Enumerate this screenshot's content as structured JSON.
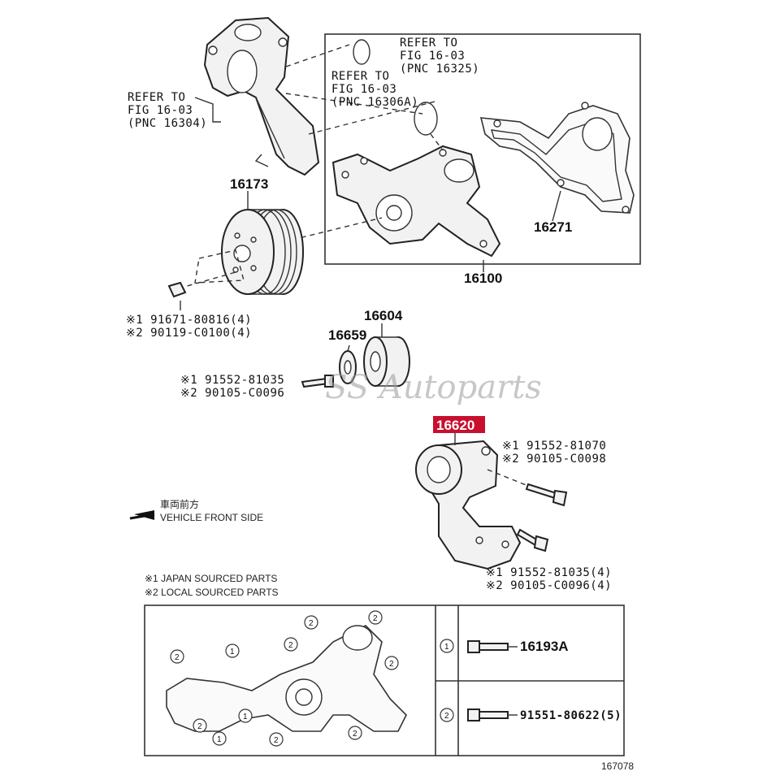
{
  "watermark": "SS Autoparts",
  "references": [
    {
      "line1": "REFER TO",
      "line2": "FIG 16-03",
      "line3": "(PNC 16304)"
    },
    {
      "line1": "REFER TO",
      "line2": "FIG 16-03",
      "line3": "(PNC 16306A)"
    },
    {
      "line1": "REFER TO",
      "line2": "FIG 16-03",
      "line3": "(PNC 16325)"
    }
  ],
  "parts": {
    "p16173": "16173",
    "p16100": "16100",
    "p16271": "16271",
    "p16604": "16604",
    "p16659": "16659",
    "p16620": "16620",
    "p16193A": "16193A",
    "p91551": "91551-80622(5)"
  },
  "bolt_groups": {
    "pulley_bolts": [
      "※1 91671-80816(4)",
      "※2 90119-C0100(4)"
    ],
    "idler_bolts": [
      "※1 91552-81035",
      "※2 90105-C0096"
    ],
    "tensioner_upper": [
      "※1 91552-81070",
      "※2 90105-C0098"
    ],
    "tensioner_lower": [
      "※1 91552-81035(4)",
      "※2 90105-C0096(4)"
    ]
  },
  "direction": {
    "jp": "車両前方",
    "en": "VEHICLE FRONT SIDE"
  },
  "legend": [
    "※1 JAPAN SOURCED PARTS",
    "※2 LOCAL SOURCED PARTS"
  ],
  "detail_markers": [
    "1",
    "2"
  ],
  "figure_number": "167078",
  "colors": {
    "highlight": "#c8102e",
    "line": "#222222",
    "watermark": "#999999"
  }
}
